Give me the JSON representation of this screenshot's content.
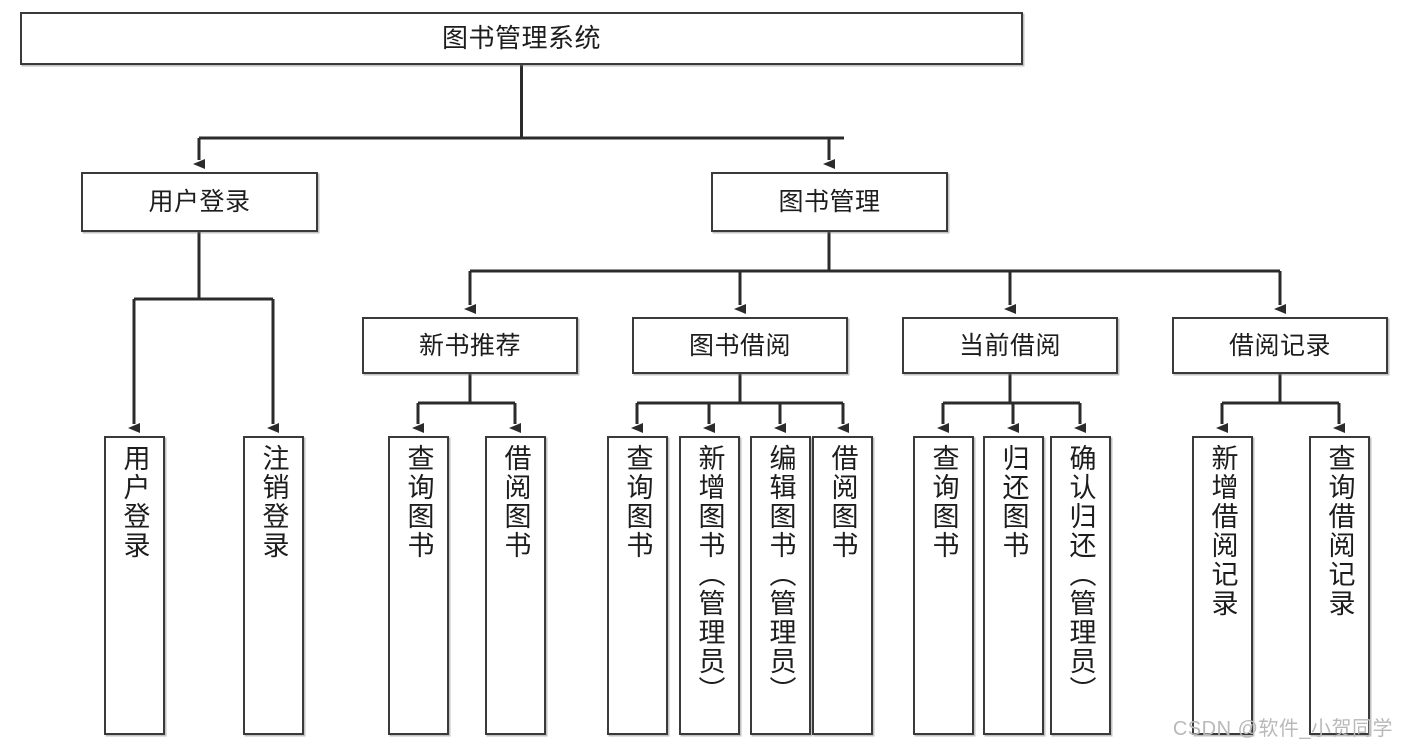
{
  "diagram": {
    "title": "图书管理系统",
    "watermark": "CSDN @软件_小贺同学",
    "colors": {
      "box_border": "#3a3a3a",
      "box_fill": "#ffffff",
      "edge": "#2b2b2b",
      "text": "#1d1d1d",
      "watermark": "#b9b9b9"
    },
    "root": {
      "label": "图书管理系统"
    },
    "level2": [
      {
        "label": "用户登录"
      },
      {
        "label": "图书管理"
      }
    ],
    "level3": [
      {
        "label": "新书推荐"
      },
      {
        "label": "图书借阅"
      },
      {
        "label": "当前借阅"
      },
      {
        "label": "借阅记录"
      }
    ],
    "leaves": {
      "user_login": [
        {
          "label": "用户登录"
        },
        {
          "label": "注销登录"
        }
      ],
      "new_book_recommend": [
        {
          "label": "查询图书"
        },
        {
          "label": "借阅图书"
        }
      ],
      "book_borrow": [
        {
          "label": "查询图书"
        },
        {
          "label": "新增图书（管理员）"
        },
        {
          "label": "编辑图书（管理员）"
        },
        {
          "label": "借阅图书"
        }
      ],
      "current_borrow": [
        {
          "label": "查询图书"
        },
        {
          "label": "归还图书"
        },
        {
          "label": "确认归还（管理员）"
        }
      ],
      "borrow_record": [
        {
          "label": "新增借阅记录"
        },
        {
          "label": "查询借阅记录"
        }
      ]
    }
  },
  "chart_data": {
    "type": "diagram",
    "title": "图书管理系统",
    "structure": "tree",
    "nodes": [
      {
        "id": "root",
        "label": "图书管理系统",
        "level": 0,
        "parent": null
      },
      {
        "id": "user-login",
        "label": "用户登录",
        "level": 1,
        "parent": "root"
      },
      {
        "id": "book-manage",
        "label": "图书管理",
        "level": 1,
        "parent": "root"
      },
      {
        "id": "new-book",
        "label": "新书推荐",
        "level": 2,
        "parent": "book-manage"
      },
      {
        "id": "book-borrow",
        "label": "图书借阅",
        "level": 2,
        "parent": "book-manage"
      },
      {
        "id": "current-borrow",
        "label": "当前借阅",
        "level": 2,
        "parent": "book-manage"
      },
      {
        "id": "borrow-record",
        "label": "借阅记录",
        "level": 2,
        "parent": "book-manage"
      },
      {
        "id": "ul-1",
        "label": "用户登录",
        "level": 2,
        "parent": "user-login"
      },
      {
        "id": "ul-2",
        "label": "注销登录",
        "level": 2,
        "parent": "user-login"
      },
      {
        "id": "nb-1",
        "label": "查询图书",
        "level": 3,
        "parent": "new-book"
      },
      {
        "id": "nb-2",
        "label": "借阅图书",
        "level": 3,
        "parent": "new-book"
      },
      {
        "id": "bb-1",
        "label": "查询图书",
        "level": 3,
        "parent": "book-borrow"
      },
      {
        "id": "bb-2",
        "label": "新增图书（管理员）",
        "level": 3,
        "parent": "book-borrow"
      },
      {
        "id": "bb-3",
        "label": "编辑图书（管理员）",
        "level": 3,
        "parent": "book-borrow"
      },
      {
        "id": "bb-4",
        "label": "借阅图书",
        "level": 3,
        "parent": "book-borrow"
      },
      {
        "id": "cb-1",
        "label": "查询图书",
        "level": 3,
        "parent": "current-borrow"
      },
      {
        "id": "cb-2",
        "label": "归还图书",
        "level": 3,
        "parent": "current-borrow"
      },
      {
        "id": "cb-3",
        "label": "确认归还（管理员）",
        "level": 3,
        "parent": "current-borrow"
      },
      {
        "id": "br-1",
        "label": "新增借阅记录",
        "level": 3,
        "parent": "borrow-record"
      },
      {
        "id": "br-2",
        "label": "查询借阅记录",
        "level": 3,
        "parent": "borrow-record"
      }
    ]
  }
}
